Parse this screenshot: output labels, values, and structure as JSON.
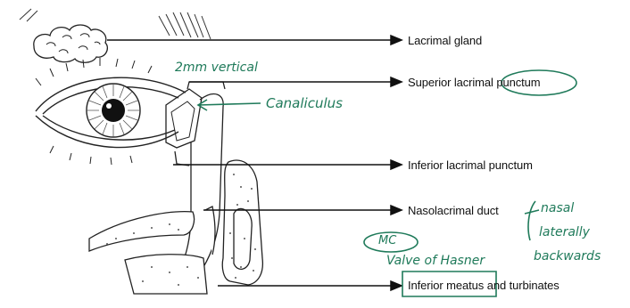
{
  "labels": {
    "lacrimal_gland": "Lacrimal gland",
    "superior_punctum_prefix": "Superior lacrimal ",
    "superior_punctum_circled": "punctum",
    "inferior_punctum": "Inferior lacrimal punctum",
    "nasolacrimal_duct": "Nasolacrimal duct",
    "inferior_meatus_boxed": "Inferior meatus",
    "inferior_meatus_suffix": " and turbinates"
  },
  "annotations": {
    "vertical": "2mm vertical",
    "canaliculus": "Canaliculus",
    "nasal": "nasal",
    "laterally": "laterally",
    "backwards": "backwards",
    "mc": "MC",
    "valve": "Valve of Hasner"
  },
  "colors": {
    "ink": "#111111",
    "annotation": "#1f7a5a"
  }
}
